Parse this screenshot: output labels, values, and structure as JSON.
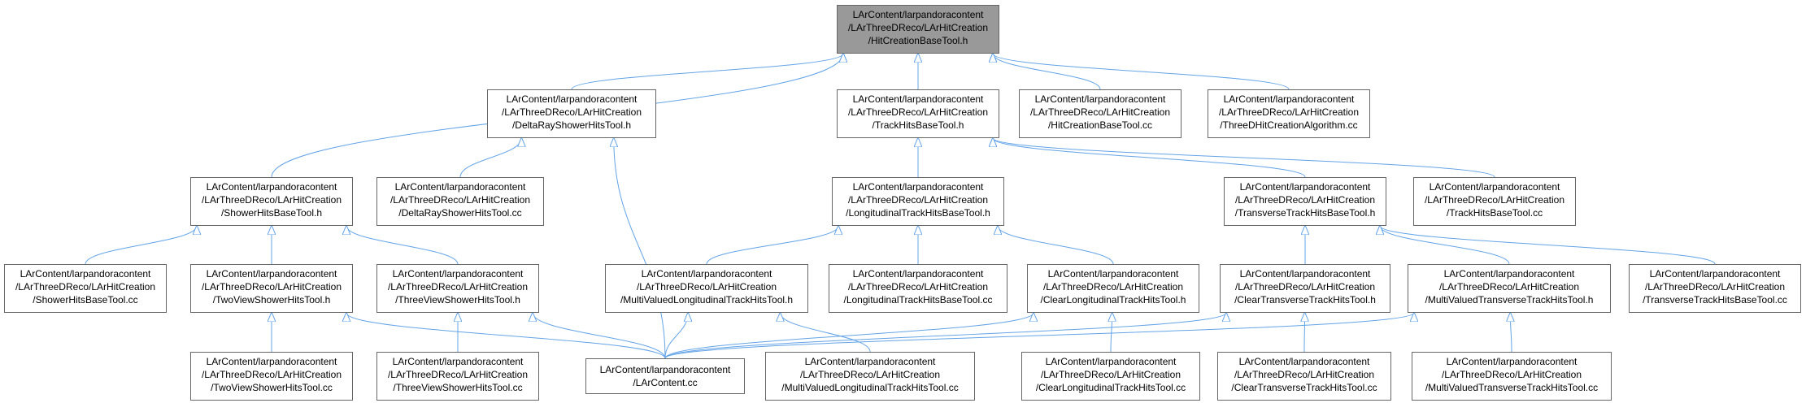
{
  "colors": {
    "edge": "#63a4e7",
    "node_border": "#666666",
    "root_fill": "#999999"
  },
  "nodes": [
    {
      "id": "root",
      "lines": [
        "LArContent/larpandoracontent",
        "/LArThreeDReco/LArHitCreation",
        "/HitCreationBaseTool.h"
      ]
    },
    {
      "id": "deltaH",
      "lines": [
        "LArContent/larpandoracontent",
        "/LArThreeDReco/LArHitCreation",
        "/DeltaRayShowerHitsTool.h"
      ]
    },
    {
      "id": "trackH",
      "lines": [
        "LArContent/larpandoracontent",
        "/LArThreeDReco/LArHitCreation",
        "/TrackHitsBaseTool.h"
      ]
    },
    {
      "id": "hcbCc",
      "lines": [
        "LArContent/larpandoracontent",
        "/LArThreeDReco/LArHitCreation",
        "/HitCreationBaseTool.cc"
      ]
    },
    {
      "id": "threeDCc",
      "lines": [
        "LArContent/larpandoracontent",
        "/LArThreeDReco/LArHitCreation",
        "/ThreeDHitCreationAlgorithm.cc"
      ]
    },
    {
      "id": "showerH",
      "lines": [
        "LArContent/larpandoracontent",
        "/LArThreeDReco/LArHitCreation",
        "/ShowerHitsBaseTool.h"
      ]
    },
    {
      "id": "deltaCc",
      "lines": [
        "LArContent/larpandoracontent",
        "/LArThreeDReco/LArHitCreation",
        "/DeltaRayShowerHitsTool.cc"
      ]
    },
    {
      "id": "longH",
      "lines": [
        "LArContent/larpandoracontent",
        "/LArThreeDReco/LArHitCreation",
        "/LongitudinalTrackHitsBaseTool.h"
      ]
    },
    {
      "id": "transH",
      "lines": [
        "LArContent/larpandoracontent",
        "/LArThreeDReco/LArHitCreation",
        "/TransverseTrackHitsBaseTool.h"
      ]
    },
    {
      "id": "trackCc",
      "lines": [
        "LArContent/larpandoracontent",
        "/LArThreeDReco/LArHitCreation",
        "/TrackHitsBaseTool.cc"
      ]
    },
    {
      "id": "showerCc",
      "lines": [
        "LArContent/larpandoracontent",
        "/LArThreeDReco/LArHitCreation",
        "/ShowerHitsBaseTool.cc"
      ]
    },
    {
      "id": "twoViewH",
      "lines": [
        "LArContent/larpandoracontent",
        "/LArThreeDReco/LArHitCreation",
        "/TwoViewShowerHitsTool.h"
      ]
    },
    {
      "id": "threeViewH",
      "lines": [
        "LArContent/larpandoracontent",
        "/LArThreeDReco/LArHitCreation",
        "/ThreeViewShowerHitsTool.h"
      ]
    },
    {
      "id": "mvLongH",
      "lines": [
        "LArContent/larpandoracontent",
        "/LArThreeDReco/LArHitCreation",
        "/MultiValuedLongitudinalTrackHitsTool.h"
      ]
    },
    {
      "id": "longCc",
      "lines": [
        "LArContent/larpandoracontent",
        "/LArThreeDReco/LArHitCreation",
        "/LongitudinalTrackHitsBaseTool.cc"
      ]
    },
    {
      "id": "clearLongH",
      "lines": [
        "LArContent/larpandoracontent",
        "/LArThreeDReco/LArHitCreation",
        "/ClearLongitudinalTrackHitsTool.h"
      ]
    },
    {
      "id": "clearTransH",
      "lines": [
        "LArContent/larpandoracontent",
        "/LArThreeDReco/LArHitCreation",
        "/ClearTransverseTrackHitsTool.h"
      ]
    },
    {
      "id": "mvTransH",
      "lines": [
        "LArContent/larpandoracontent",
        "/LArThreeDReco/LArHitCreation",
        "/MultiValuedTransverseTrackHitsTool.h"
      ]
    },
    {
      "id": "transCc",
      "lines": [
        "LArContent/larpandoracontent",
        "/LArThreeDReco/LArHitCreation",
        "/TransverseTrackHitsBaseTool.cc"
      ]
    },
    {
      "id": "twoViewCc",
      "lines": [
        "LArContent/larpandoracontent",
        "/LArThreeDReco/LArHitCreation",
        "/TwoViewShowerHitsTool.cc"
      ]
    },
    {
      "id": "threeViewCc",
      "lines": [
        "LArContent/larpandoracontent",
        "/LArThreeDReco/LArHitCreation",
        "/ThreeViewShowerHitsTool.cc"
      ]
    },
    {
      "id": "larCc",
      "lines": [
        "LArContent/larpandoracontent",
        "/LArContent.cc"
      ]
    },
    {
      "id": "mvLongCc",
      "lines": [
        "LArContent/larpandoracontent",
        "/LArThreeDReco/LArHitCreation",
        "/MultiValuedLongitudinalTrackHitsTool.cc"
      ]
    },
    {
      "id": "clearLongCc",
      "lines": [
        "LArContent/larpandoracontent",
        "/LArThreeDReco/LArHitCreation",
        "/ClearLongitudinalTrackHitsTool.cc"
      ]
    },
    {
      "id": "clearTransCc",
      "lines": [
        "LArContent/larpandoracontent",
        "/LArThreeDReco/LArHitCreation",
        "/ClearTransverseTrackHitsTool.cc"
      ]
    },
    {
      "id": "mvTransCc",
      "lines": [
        "LArContent/larpandoracontent",
        "/LArThreeDReco/LArHitCreation",
        "/MultiValuedTransverseTrackHitsTool.cc"
      ]
    }
  ],
  "edges": [
    [
      "showerH",
      "root"
    ],
    [
      "deltaH",
      "root"
    ],
    [
      "trackH",
      "root"
    ],
    [
      "hcbCc",
      "root"
    ],
    [
      "threeDCc",
      "root"
    ],
    [
      "deltaCc",
      "deltaH"
    ],
    [
      "larCc",
      "deltaH"
    ],
    [
      "longH",
      "trackH"
    ],
    [
      "transH",
      "trackH"
    ],
    [
      "trackCc",
      "trackH"
    ],
    [
      "showerCc",
      "showerH"
    ],
    [
      "twoViewH",
      "showerH"
    ],
    [
      "threeViewH",
      "showerH"
    ],
    [
      "mvLongH",
      "longH"
    ],
    [
      "longCc",
      "longH"
    ],
    [
      "clearLongH",
      "longH"
    ],
    [
      "clearTransH",
      "transH"
    ],
    [
      "mvTransH",
      "transH"
    ],
    [
      "transCc",
      "transH"
    ],
    [
      "twoViewCc",
      "twoViewH"
    ],
    [
      "larCc",
      "twoViewH"
    ],
    [
      "threeViewCc",
      "threeViewH"
    ],
    [
      "larCc",
      "threeViewH"
    ],
    [
      "larCc",
      "mvLongH"
    ],
    [
      "mvLongCc",
      "mvLongH"
    ],
    [
      "larCc",
      "clearLongH"
    ],
    [
      "clearLongCc",
      "clearLongH"
    ],
    [
      "larCc",
      "clearTransH"
    ],
    [
      "clearTransCc",
      "clearTransH"
    ],
    [
      "larCc",
      "mvTransH"
    ],
    [
      "mvTransCc",
      "mvTransH"
    ]
  ]
}
